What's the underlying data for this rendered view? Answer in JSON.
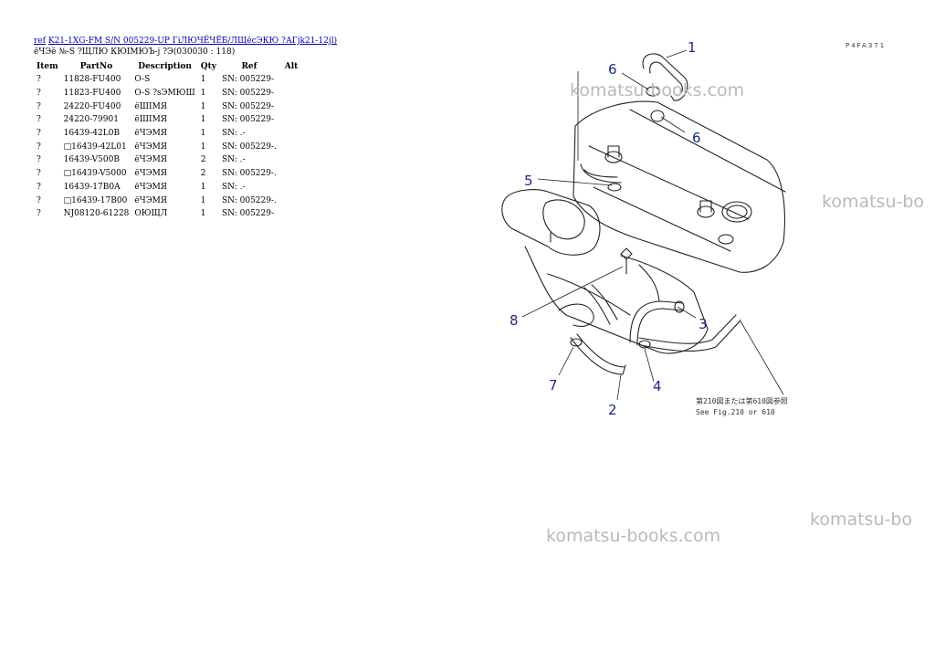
{
  "header": {
    "link_ref": "ref",
    "link_title": "K21-1XG-FM S/N 005229-UP ГiЛЮЧЁЧЁБ/ЛЩёсЭКЮ ?АГjk21-12jl)",
    "subtitle": "ёЧЭё №-S ?ЩЛЮ КЮIМЮЪ-j ?Э(030030 : 118)"
  },
  "page_id": "P4FA371",
  "table": {
    "columns": [
      "Item",
      "PartNo",
      "Description",
      "Qty",
      "Ref",
      "Alt"
    ],
    "rows": [
      {
        "item": "?",
        "part": "11828-FU400",
        "desc": "O-S",
        "qty": "1",
        "ref": "SN: 005229-",
        "alt": ""
      },
      {
        "item": "?",
        "part": "11823-FU400",
        "desc": "O-S ?sЭМЮШ",
        "qty": "1",
        "ref": "SN: 005229-",
        "alt": ""
      },
      {
        "item": "?",
        "part": "24220-FU400",
        "desc": "ёШIМЯ",
        "qty": "1",
        "ref": "SN: 005229-",
        "alt": ""
      },
      {
        "item": "?",
        "part": "24220-79901",
        "desc": "ёШIМЯ",
        "qty": "1",
        "ref": "SN: 005229-",
        "alt": ""
      },
      {
        "item": "?",
        "part": "16439-42L0B",
        "desc": "ёЧЭМЯ",
        "qty": "1",
        "ref": "SN: .-",
        "alt": ""
      },
      {
        "item": "?",
        "part": "□16439-42L01",
        "desc": "ёЧЭМЯ",
        "qty": "1",
        "ref": "SN: 005229-.",
        "alt": ""
      },
      {
        "item": "?",
        "part": "16439-V500B",
        "desc": "ёЧЭМЯ",
        "qty": "2",
        "ref": "SN: .-",
        "alt": ""
      },
      {
        "item": "?",
        "part": "□16439-V5000",
        "desc": "ёЧЭМЯ",
        "qty": "2",
        "ref": "SN: 005229-.",
        "alt": ""
      },
      {
        "item": "?",
        "part": "16439-17B0A",
        "desc": "ёЧЭМЯ",
        "qty": "1",
        "ref": "SN: .-",
        "alt": ""
      },
      {
        "item": "?",
        "part": "□16439-17B00",
        "desc": "ёЧЭМЯ",
        "qty": "1",
        "ref": "SN: 005229-.",
        "alt": ""
      },
      {
        "item": "?",
        "part": "NJ08120-61228",
        "desc": "ОЮЩЛ",
        "qty": "1",
        "ref": "SN: 005229-",
        "alt": ""
      }
    ]
  },
  "diagram": {
    "callouts": [
      "1",
      "2",
      "3",
      "4",
      "5",
      "6",
      "6",
      "7",
      "8"
    ],
    "note_line1": "第210図または第610図参照",
    "note_line2": "See Fig.210 or 610"
  },
  "watermarks": [
    "komatsu-books.com",
    "komatsu-bo",
    "komatsu-books.com",
    "komatsu-bo"
  ]
}
